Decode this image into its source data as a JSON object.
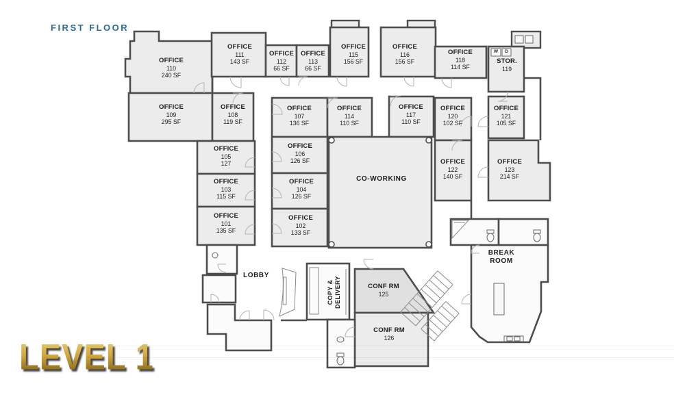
{
  "titles": {
    "floor": "FIRST FLOOR",
    "level": "LEVEL 1"
  },
  "colors": {
    "floor_title_blue": "#2c6b9e",
    "level_gold_light": "#f2da85",
    "level_gold_dark": "#6f540e",
    "wall": "#4d4d4d",
    "room_fill": "#ececec"
  },
  "rooms": {
    "o110": {
      "name": "OFFICE",
      "number": "110",
      "area": "240 SF"
    },
    "o111": {
      "name": "OFFICE",
      "number": "111",
      "area": "143 SF"
    },
    "o112": {
      "name": "OFFICE",
      "number": "112",
      "area": "66 SF"
    },
    "o113": {
      "name": "OFFICE",
      "number": "113",
      "area": "66 SF"
    },
    "o115": {
      "name": "OFFICE",
      "number": "115",
      "area": "156 SF"
    },
    "o116": {
      "name": "OFFICE",
      "number": "116",
      "area": "156 SF"
    },
    "o118": {
      "name": "OFFICE",
      "number": "118",
      "area": "114 SF"
    },
    "stor119": {
      "name": "STOR.",
      "number": "119",
      "washer": "W",
      "dryer": "D"
    },
    "o109": {
      "name": "OFFICE",
      "number": "109",
      "area": "295 SF"
    },
    "o108": {
      "name": "OFFICE",
      "number": "108",
      "area": "119 SF"
    },
    "o107": {
      "name": "OFFICE",
      "number": "107",
      "area": "136 SF"
    },
    "o114": {
      "name": "OFFICE",
      "number": "114",
      "area": "110 SF"
    },
    "o117": {
      "name": "OFFICE",
      "number": "117",
      "area": "110 SF"
    },
    "o120": {
      "name": "OFFICE",
      "number": "120",
      "area": "102 SF"
    },
    "o121": {
      "name": "OFFICE",
      "number": "121",
      "area": "105 SF"
    },
    "o105": {
      "name": "OFFICE",
      "number": "105",
      "area": "127"
    },
    "o106": {
      "name": "OFFICE",
      "number": "106",
      "area": "126 SF"
    },
    "o103": {
      "name": "OFFICE",
      "number": "103",
      "area": "115 SF"
    },
    "o104": {
      "name": "OFFICE",
      "number": "104",
      "area": "126 SF"
    },
    "o101": {
      "name": "OFFICE",
      "number": "101",
      "area": "135 SF"
    },
    "o102": {
      "name": "OFFICE",
      "number": "102",
      "area": "133 SF"
    },
    "o122": {
      "name": "OFFICE",
      "number": "122",
      "area": "140 SF"
    },
    "o123": {
      "name": "OFFICE",
      "number": "123",
      "area": "214 SF"
    },
    "coworking": {
      "name": "CO-WORKING"
    },
    "lobby": {
      "name": "LOBBY"
    },
    "copy": {
      "line1": "COPY &",
      "line2": "DELIVERY"
    },
    "conf125": {
      "name": "CONF RM",
      "number": "125"
    },
    "conf126": {
      "name": "CONF RM",
      "number": "126"
    },
    "breakroom": {
      "line1": "BREAK",
      "line2": "ROOM"
    }
  }
}
